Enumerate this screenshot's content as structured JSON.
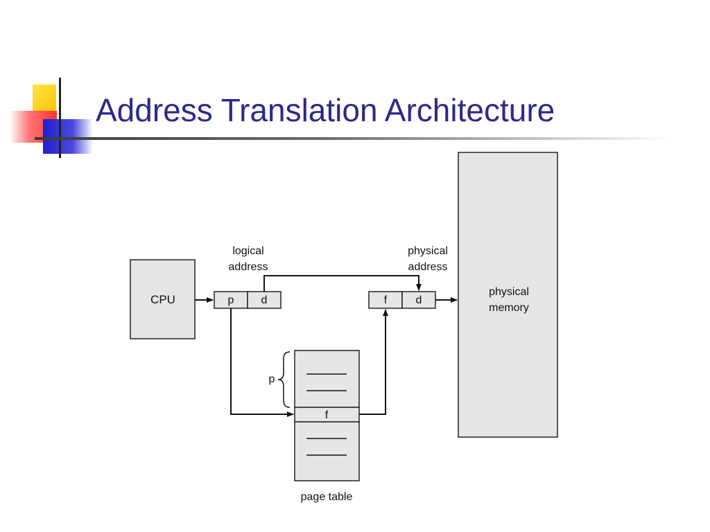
{
  "slide": {
    "title": "Address Translation Architecture"
  },
  "diagram": {
    "cpu_label": "CPU",
    "logical_address_line1": "logical",
    "logical_address_line2": "address",
    "physical_address_line1": "physical",
    "physical_address_line2": "address",
    "logical_p": "p",
    "logical_d": "d",
    "physical_f": "f",
    "physical_d": "d",
    "physical_memory_line1": "physical",
    "physical_memory_line2": "memory",
    "page_table_entry": "f",
    "page_index_label": "p",
    "page_table_label": "page table"
  },
  "colors": {
    "title": "#2a2a8a",
    "box_fill": "#e6e6e6",
    "accent_yellow": "#ffd21a",
    "accent_red": "#ff3b3b",
    "accent_blue": "#2f2fd6"
  }
}
